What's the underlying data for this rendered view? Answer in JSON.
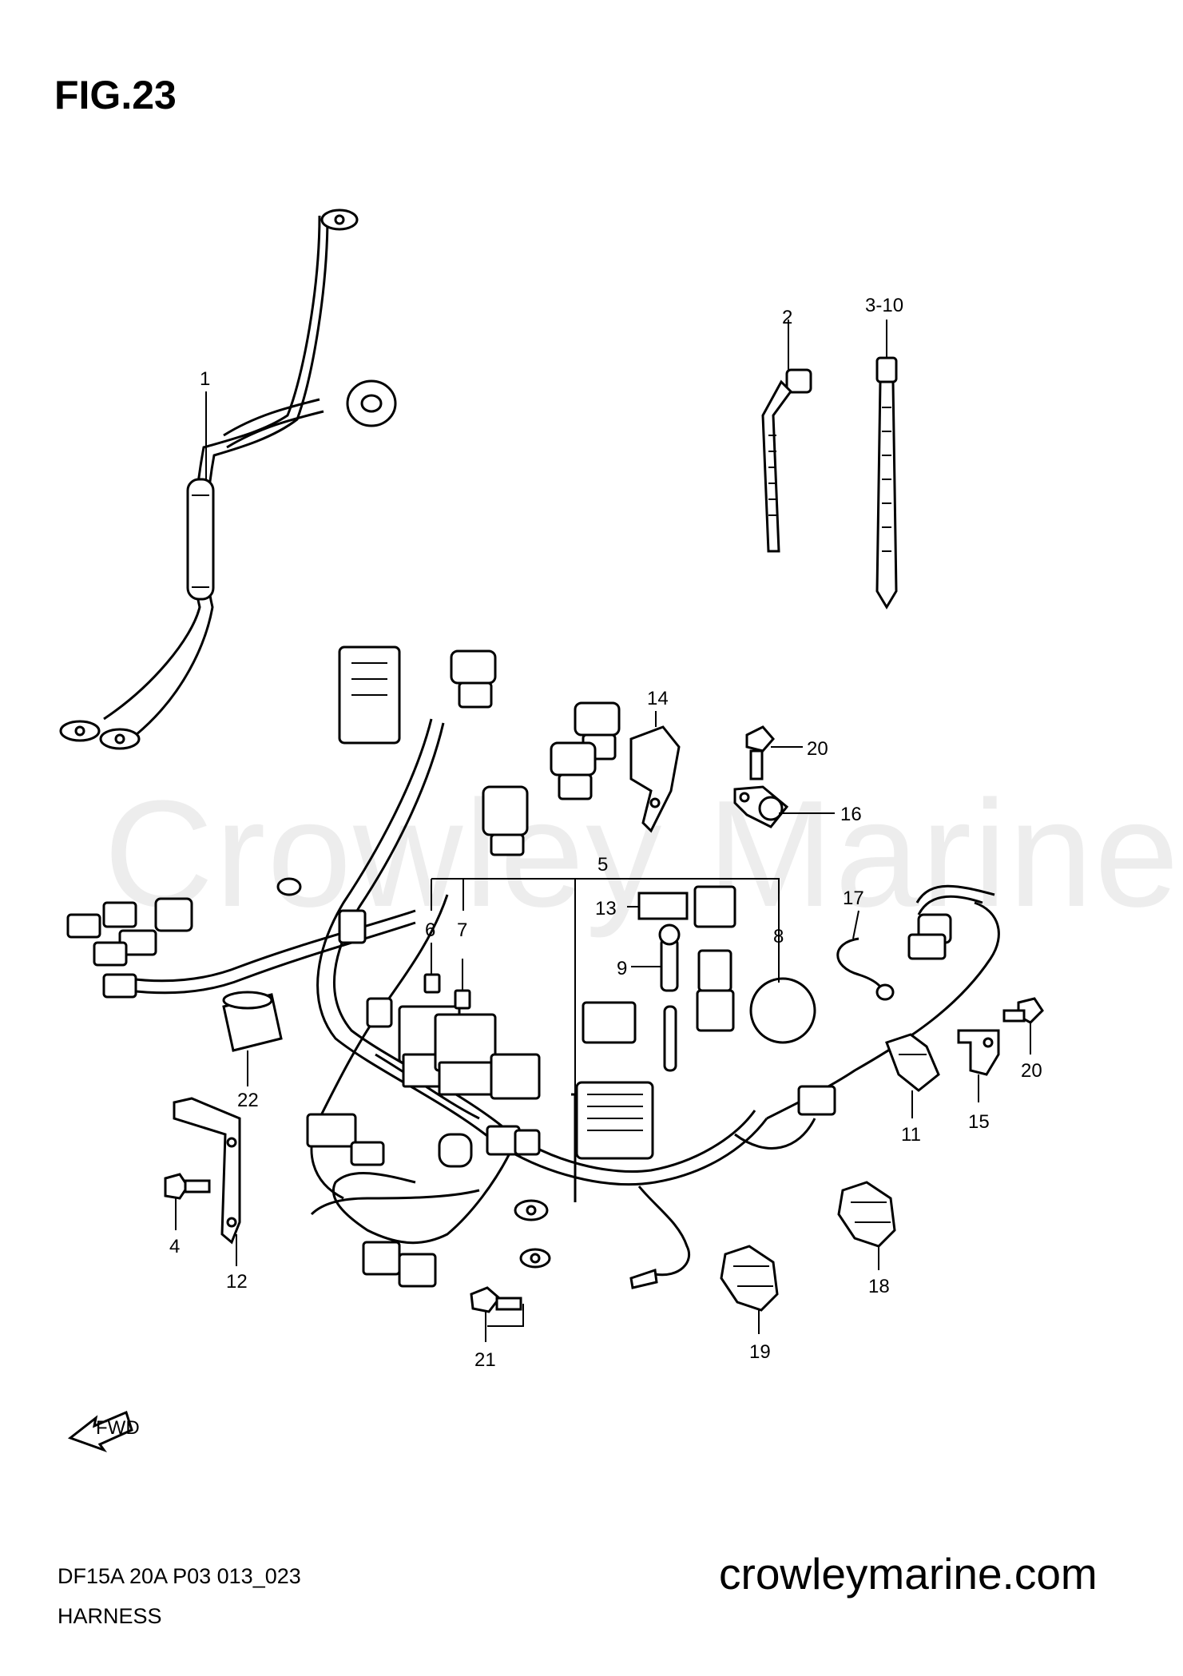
{
  "figure": {
    "title": "FIG.23",
    "watermark": "Crowley Marine",
    "code": "DF15A 20A P03 013_023",
    "name": "HARNESS",
    "site": "crowleymarine.com",
    "fwd_label": "FWD"
  },
  "callouts": {
    "c1": "1",
    "c2": "2",
    "c3_10": "3-10",
    "c4": "4",
    "c5": "5",
    "c6": "6",
    "c7": "7",
    "c8": "8",
    "c9": "9",
    "c11": "11",
    "c12": "12",
    "c13": "13",
    "c14": "14",
    "c15": "15",
    "c16": "16",
    "c17": "17",
    "c18": "18",
    "c19": "19",
    "c20a": "20",
    "c20b": "20",
    "c21": "21",
    "c22": "22"
  }
}
